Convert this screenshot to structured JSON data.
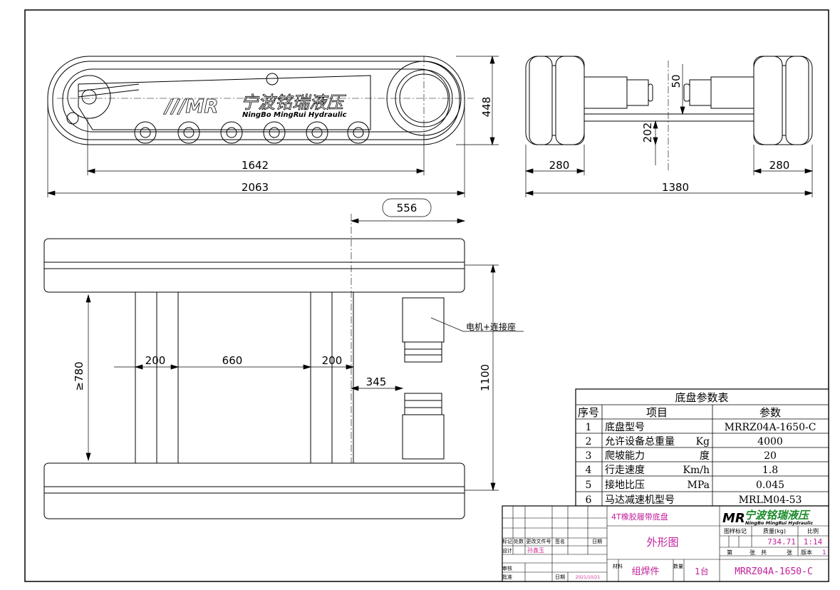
{
  "title_block": {
    "logo_text": "宁波铭瑞液压",
    "logo_sub": "NingBo MingRui Hydraulic",
    "logo_mark": "MR",
    "product_name": "4T橡胶履带底盘",
    "drawing_title": "外形图",
    "pattern_mark_label": "图样标记",
    "mass_label": "质量(kg)",
    "scale_label": "比例",
    "mass_value": "734.71",
    "scale_value": "1:14",
    "sheet_label": "第",
    "sheet_unit": "张",
    "total_label": "共",
    "total_unit": "张",
    "version_label": "版本",
    "version_value": "1",
    "revision_headers": [
      "标记",
      "处数",
      "更改文件号",
      "签名",
      "日期"
    ],
    "design_label": "设计",
    "designer_sig": "孙鑫玉",
    "review_label": "审核",
    "approve_label": "批准",
    "date_label": "日期",
    "date_value": "2021/10/21",
    "material_label": "材料",
    "material_value": "组焊件",
    "qty_label": "数量",
    "qty_value": "1台",
    "drawing_number": "MRRZ04A-1650-C"
  },
  "params_table": {
    "title": "底盘参数表",
    "headers": [
      "序号",
      "项目",
      "参数"
    ],
    "rows": [
      {
        "no": "1",
        "item": "底盘型号",
        "unit": "",
        "value": "MRRZ04A-1650-C"
      },
      {
        "no": "2",
        "item": "允许设备总重量",
        "unit": "Kg",
        "value": "4000"
      },
      {
        "no": "3",
        "item": "爬坡能力",
        "unit": "度",
        "value": "20"
      },
      {
        "no": "4",
        "item": "行走速度",
        "unit": "Km/h",
        "value": "1.8"
      },
      {
        "no": "5",
        "item": "接地比压",
        "unit": "MPa",
        "value": "0.045"
      },
      {
        "no": "6",
        "item": "马达减速机型号",
        "unit": "",
        "value": "MRLM04-53"
      }
    ]
  },
  "dimensions": {
    "side_height": "448",
    "side_inner_len": "1642",
    "side_total_len": "2063",
    "front_track_w_left": "280",
    "front_track_w_right": "280",
    "front_total_w": "1380",
    "front_motor": "50",
    "front_ground": "202",
    "top_556": "556",
    "top_780": "≥780",
    "top_200a": "200",
    "top_660": "660",
    "top_200b": "200",
    "top_345": "345",
    "top_1100": "1100"
  },
  "callouts": {
    "motor_label": "电机+连接座"
  },
  "side_logo": {
    "brand": "宁波铭瑞液压",
    "sub": "NingBo MingRui Hydraulic"
  }
}
